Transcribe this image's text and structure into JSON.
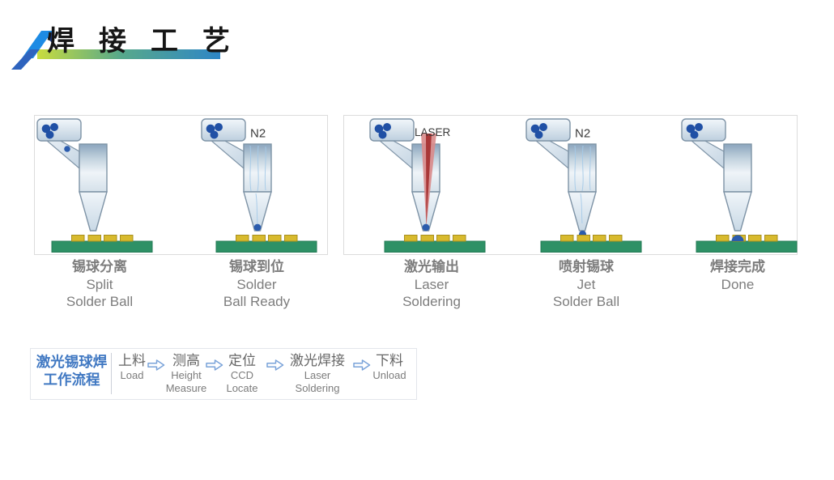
{
  "title": {
    "text": "焊接工艺"
  },
  "diagrams": [
    {
      "zh": "锡球分离",
      "en1": "Split",
      "en2": "Solder Ball",
      "tag": ""
    },
    {
      "zh": "锡球到位",
      "en1": "Solder",
      "en2": "Ball Ready",
      "tag": "N2"
    },
    {
      "zh": "激光输出",
      "en1": "Laser",
      "en2": "Soldering",
      "tag": "LASER"
    },
    {
      "zh": "喷射锡球",
      "en1": "Jet",
      "en2": "Solder Ball",
      "tag": "N2"
    },
    {
      "zh": "焊接完成",
      "en1": "Done",
      "en2": "",
      "tag": ""
    }
  ],
  "flow": {
    "title_line1": "激光锡球焊",
    "title_line2": "工作流程",
    "steps": [
      {
        "zh": "上料",
        "en1": "Load",
        "en2": ""
      },
      {
        "zh": "测高",
        "en1": "Height",
        "en2": "Measure"
      },
      {
        "zh": "定位",
        "en1": "CCD",
        "en2": "Locate"
      },
      {
        "zh": "激光焊接",
        "en1": "Laser",
        "en2": "Soldering"
      },
      {
        "zh": "下料",
        "en1": "Unload",
        "en2": ""
      }
    ]
  },
  "colors": {
    "accent_blue": "#4078c2",
    "pcb_green": "#2e9166",
    "pad_yellow": "#d8ba2e",
    "ball_blue": "#2b5cad",
    "laser_red": "#a93838",
    "gradient_bar": [
      "#c9dc3e",
      "#58a98a",
      "#2e86c6"
    ]
  }
}
